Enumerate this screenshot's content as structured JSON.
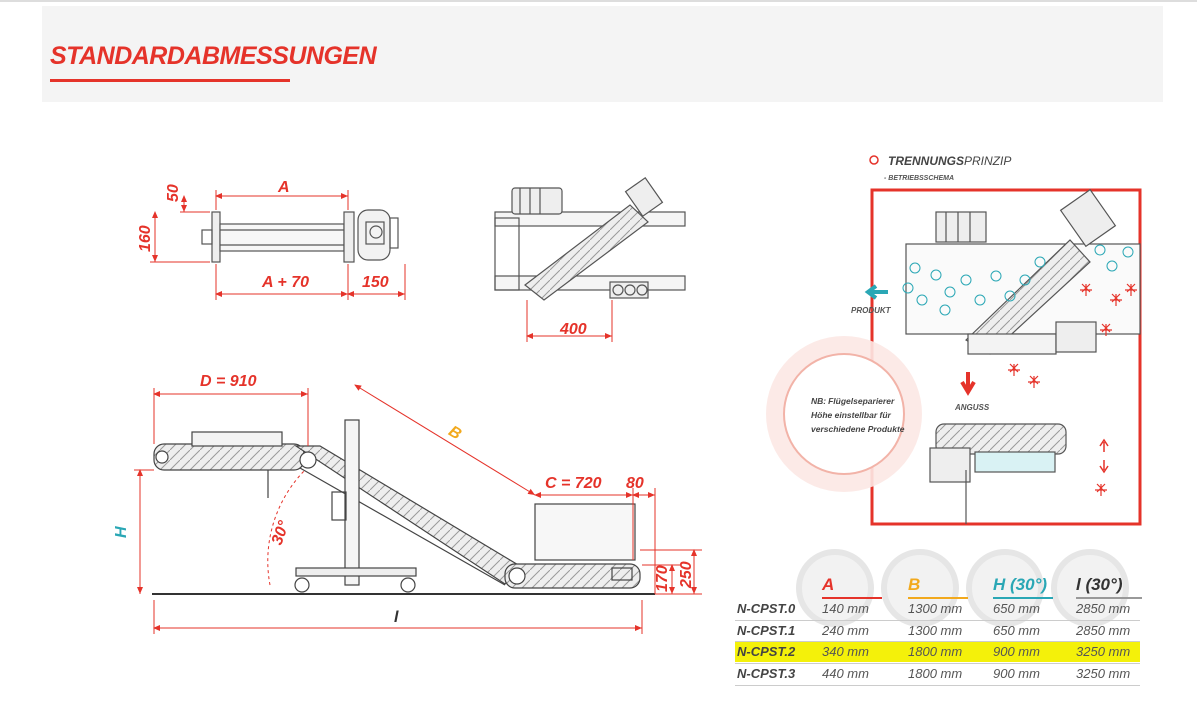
{
  "header": {
    "title": "STANDARDABMESSUNGEN"
  },
  "top_left_drawing": {
    "dim_a": "A",
    "dim_50": "50",
    "dim_160": "160",
    "dim_a70": "A + 70",
    "dim_150": "150"
  },
  "top_mid_drawing": {
    "dim_400": "400"
  },
  "side_view": {
    "dim_d": "D = 910",
    "dim_b": "B",
    "dim_c": "C = 720",
    "dim_80": "80",
    "dim_h": "H",
    "dim_30": "30°",
    "dim_170": "170",
    "dim_250": "250",
    "dim_l": "l"
  },
  "principle": {
    "title_bold": "TRENNUNGS",
    "title_rest": "PRINZIP",
    "subtitle": "- BETRIEBSSCHEMA",
    "produkt": "PRODUKT",
    "anguss": "ANGUSS",
    "note_bold": "NB:",
    "note_line1": "Flügelseparierer",
    "note_line2": "Höhe einstellbar für",
    "note_line3": "verschiedene Produkte"
  },
  "table": {
    "headers": [
      "A",
      "B",
      "H (30°)",
      "l (30°)"
    ],
    "header_colors": [
      "#e5332a",
      "#f2a91d",
      "#2aa7b5",
      "#333333"
    ],
    "rows": [
      {
        "name": "N-CPST.0",
        "a": "140 mm",
        "b": "1300 mm",
        "h": "650 mm",
        "l": "2850 mm"
      },
      {
        "name": "N-CPST.1",
        "a": "240 mm",
        "b": "1300 mm",
        "h": "650 mm",
        "l": "2850 mm"
      },
      {
        "name": "N-CPST.2",
        "a": "340 mm",
        "b": "1800 mm",
        "h": "900 mm",
        "l": "3250 mm"
      },
      {
        "name": "N-CPST.3",
        "a": "440 mm",
        "b": "1800 mm",
        "h": "900 mm",
        "l": "3250 mm"
      }
    ],
    "highlighted_row": "N-CPST.2"
  }
}
